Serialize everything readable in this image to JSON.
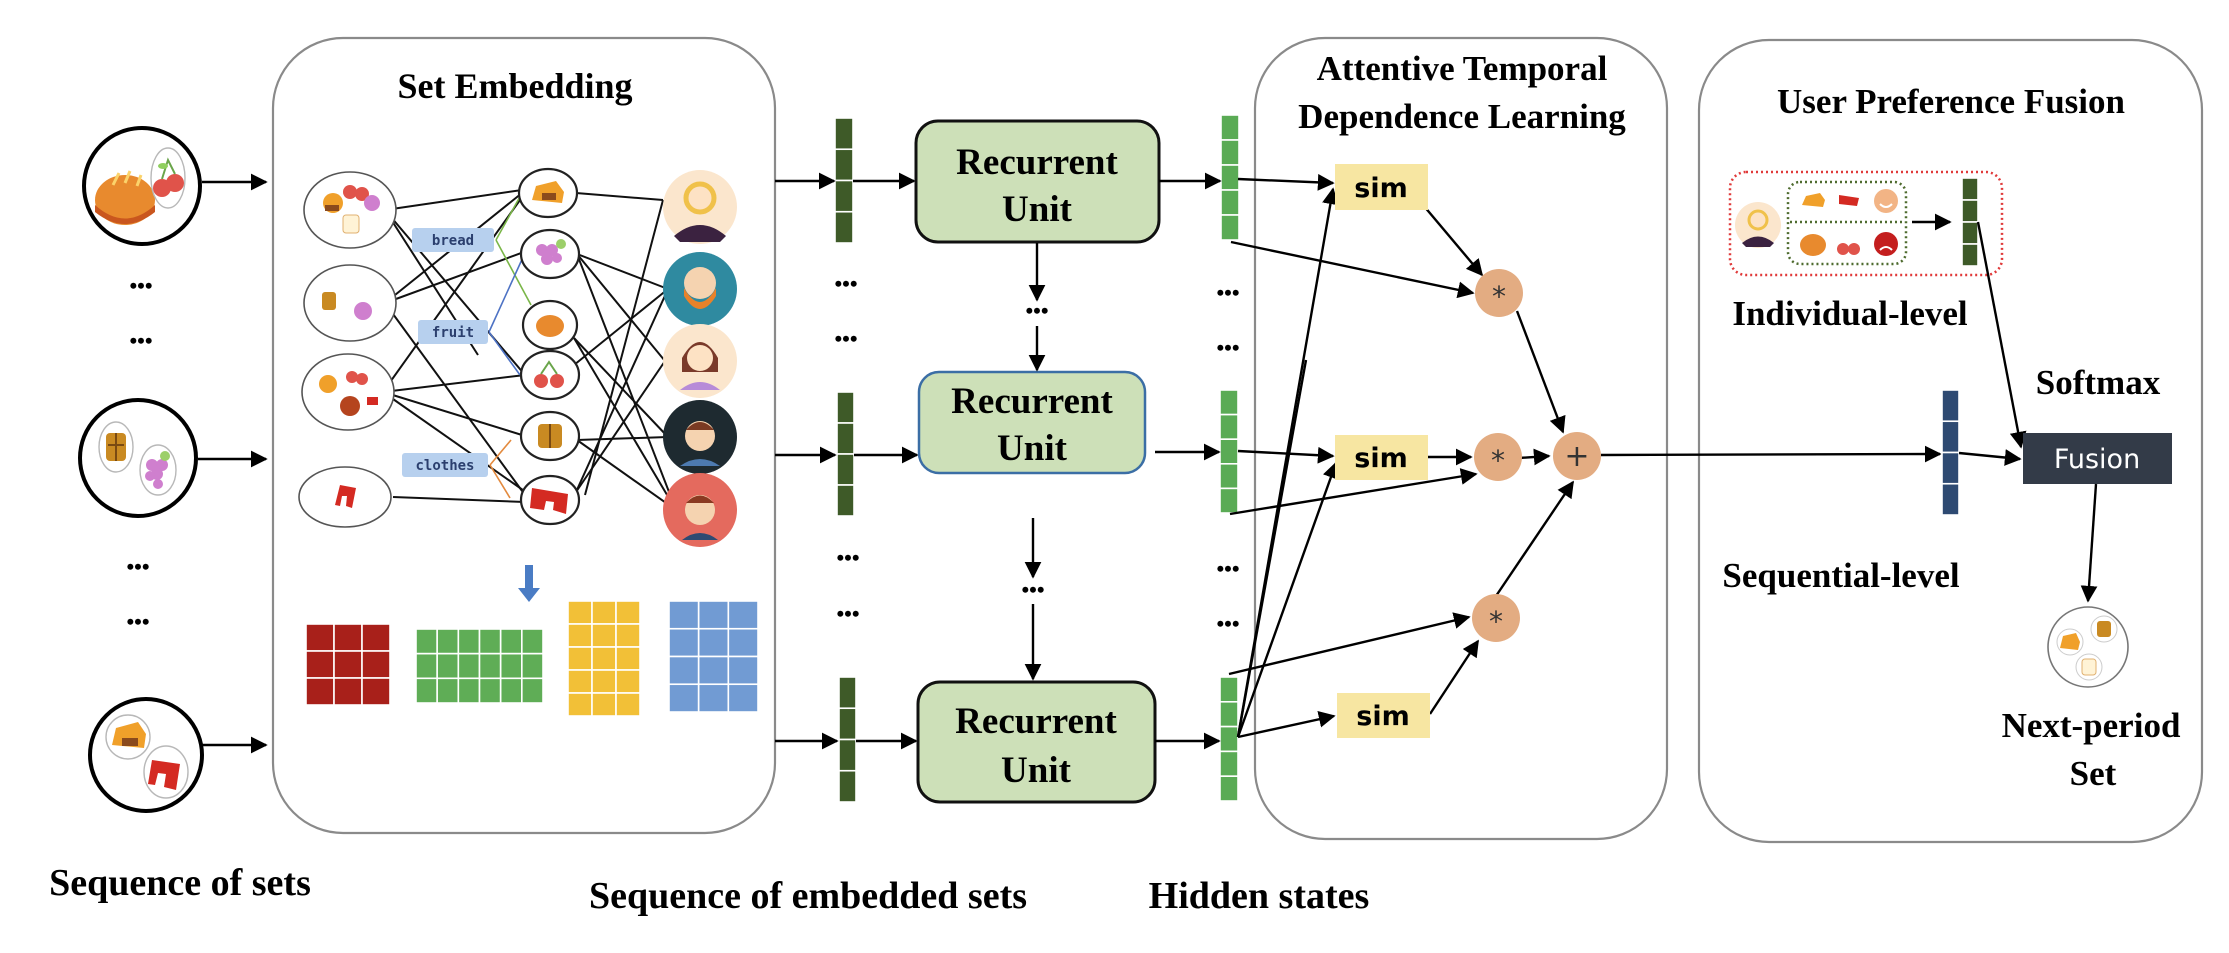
{
  "figure": {
    "panels": {
      "set_embedding": {
        "title": "Set Embedding"
      },
      "attentive_temporal": {
        "title_line1": "Attentive Temporal",
        "title_line2": "Dependence Learning"
      },
      "user_preference_fusion": {
        "title": "User Preference Fusion"
      }
    },
    "bottom_labels": {
      "sequence_of_sets": "Sequence of sets",
      "sequence_of_embedded_sets": "Sequence of embedded sets",
      "hidden_states": "Hidden states"
    },
    "ellipsis": "•••",
    "input_sets": [
      {
        "items": [
          "bread-loaf",
          "cherries"
        ]
      },
      {
        "items": [
          "jacket",
          "grapes"
        ]
      },
      {
        "items": [
          "bread-slice",
          "red-clothes"
        ]
      }
    ],
    "category_tags": [
      "bread",
      "fruit",
      "clothes"
    ],
    "graph": {
      "set_nodes": [
        {
          "items": [
            "bread-slice",
            "cherries",
            "grapes",
            "milk"
          ]
        },
        {
          "items": [
            "jacket",
            "grapes"
          ]
        },
        {
          "items": [
            "bread-slice",
            "cherries",
            "basketball",
            "red-clothes"
          ]
        },
        {
          "items": [
            "red-clothes"
          ]
        }
      ],
      "item_nodes": [
        "bread-slice",
        "grapes",
        "bread-loaf",
        "cherries",
        "jacket",
        "red-clothes"
      ],
      "user_nodes": [
        "user-1",
        "user-2",
        "user-3",
        "user-4",
        "user-5"
      ]
    },
    "embedding_grids": [
      {
        "color": "#a8201a",
        "rows": 3,
        "cols": 3
      },
      {
        "color": "#5fad56",
        "rows": 3,
        "cols": 6
      },
      {
        "color": "#f2c037",
        "rows": 5,
        "cols": 3
      },
      {
        "color": "#719bd3",
        "rows": 4,
        "cols": 3
      }
    ],
    "recurrent_unit": {
      "line1": "Recurrent",
      "line2": "Unit"
    },
    "attention": {
      "sim_label": "sim",
      "multiply_symbol": "*",
      "add_symbol": "+"
    },
    "fusion": {
      "individual_level": "Individual-level",
      "sequential_level": "Sequential-level",
      "softmax": "Softmax",
      "fusion_label": "Fusion",
      "next_period_line1": "Next-period",
      "next_period_line2": "Set",
      "preference_rows": [
        {
          "items": [
            "bread-slice",
            "red-clothes"
          ],
          "sentiment": "happy"
        },
        {
          "items": [
            "bread-loaf",
            "cherries"
          ],
          "sentiment": "sad"
        }
      ]
    },
    "colors": {
      "embedded_vector": "#3e5a28",
      "hidden_vector": "#5aab55",
      "sequential_vector": "#2e4a72",
      "recurrent_fill": "#cde0b8",
      "sim_fill": "#f7e6a2",
      "operator_fill": "#e3ac82",
      "fusion_fill": "#333b48",
      "tag_fill": "#b7d0ee"
    }
  }
}
